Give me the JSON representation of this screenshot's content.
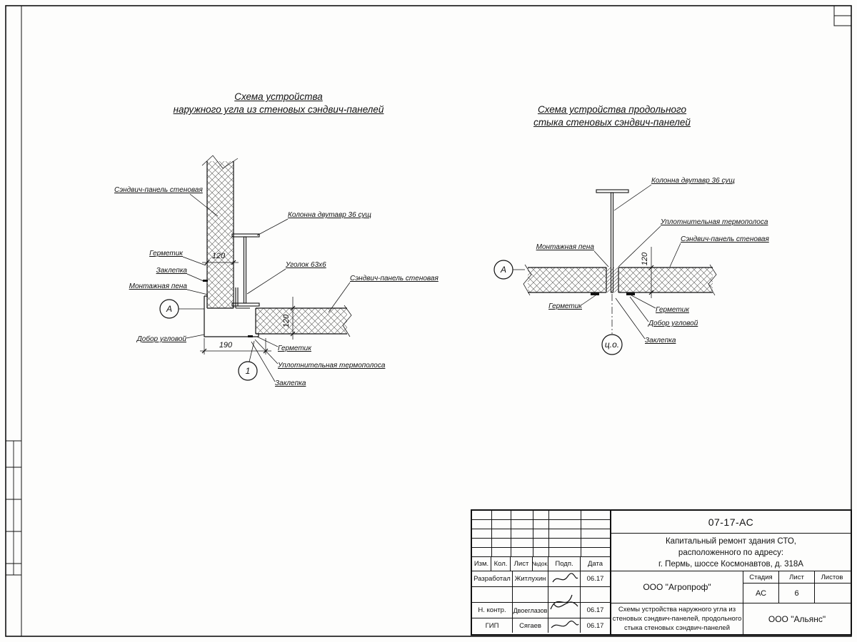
{
  "titles": {
    "left": [
      "Схема устройства",
      "наружного угла из стеновых сэндвич-панелей"
    ],
    "right": [
      "Схема устройства продольного",
      "стыка стеновых сэндвич-панелей"
    ]
  },
  "diagram_left": {
    "labels": {
      "sandwich_panel_top": "Сэндвич-панель стеновая",
      "column": "Колонна двутавр 36 сущ",
      "sealant_left": "Герметик",
      "rivet_left": "Заклепка",
      "foam": "Монтажная пена",
      "corner_trim": "Добор угловой",
      "angle": "Уголок 63х6",
      "sandwich_panel_right": "Сэндвич-панель стеновая",
      "sealant_bottom": "Герметик",
      "thermal_strip": "Уплотнительная термополоса",
      "rivet_bottom": "Заклепка"
    },
    "dimensions": {
      "panel_width": "120",
      "panel_thickness": "120",
      "corner_width": "190"
    },
    "markers": {
      "section": "А",
      "node": "1"
    }
  },
  "diagram_right": {
    "labels": {
      "column": "Колонна двутавр 36 сущ",
      "thermal_strip": "Уплотнительная термополоса",
      "sandwich_panel": "Сэндвич-панель стеновая",
      "foam": "Монтажная пена",
      "sealant_left": "Герметик",
      "sealant_right": "Герметик",
      "corner_trim": "Добор угловой",
      "rivet": "Заклепка",
      "center_axis": "ц.о."
    },
    "dimensions": {
      "panel_thickness": "120"
    },
    "markers": {
      "section": "А"
    }
  },
  "title_block": {
    "doc_number": "07-17-АС",
    "project_lines": [
      "Капитальный ремонт здания СТО,",
      "расположенного по адресу:",
      "г. Пермь, шоссе Космонавтов, д. 318А"
    ],
    "header_cols": [
      "Изм.",
      "Кол.",
      "Лист",
      "№док.",
      "Подп.",
      "Дата"
    ],
    "rows": [
      {
        "role": "Разработал",
        "name": "Житлухин",
        "date": "06.17"
      },
      {
        "role": "",
        "name": "",
        "date": ""
      },
      {
        "role": "Н. контр.",
        "name": "Двоеглазов",
        "date": "06.17"
      },
      {
        "role": "ГИП",
        "name": "Сягаев",
        "date": "06.17"
      }
    ],
    "org_designer": "ООО \"Агропроф\"",
    "stage_label": "Стадия",
    "sheet_label": "Лист",
    "sheets_label": "Листов",
    "stage_value": "АС",
    "sheet_value": "6",
    "sheets_value": "",
    "sheet_title_lines": [
      "Схемы устройства наружного угла из",
      "стеновых сэндвич-панелей, продольного",
      "стыка стеновых сэндвич-панелей"
    ],
    "org_customer": "ООО \"Альянс\""
  }
}
